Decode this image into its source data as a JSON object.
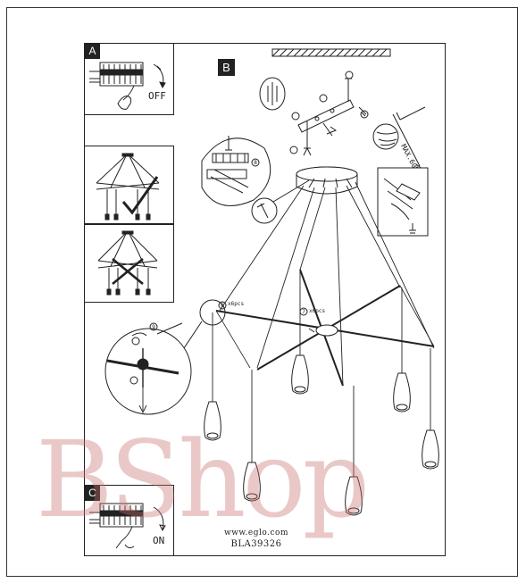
{
  "steps": {
    "a_letter": "A",
    "b_letter": "B",
    "c_letter": "C"
  },
  "switch_off_label": "OFF",
  "switch_on_label": "ON",
  "max_cable_label": "MAX.60MM",
  "part_callouts": {
    "p6": "6",
    "p6_qty": "x6pcs",
    "p7": "7",
    "p7_qty": "x6pcs",
    "p8": "8",
    "p9": "9"
  },
  "footer": {
    "website": "www.eglo.com",
    "model": "BLA39326"
  },
  "watermark": "BShop"
}
